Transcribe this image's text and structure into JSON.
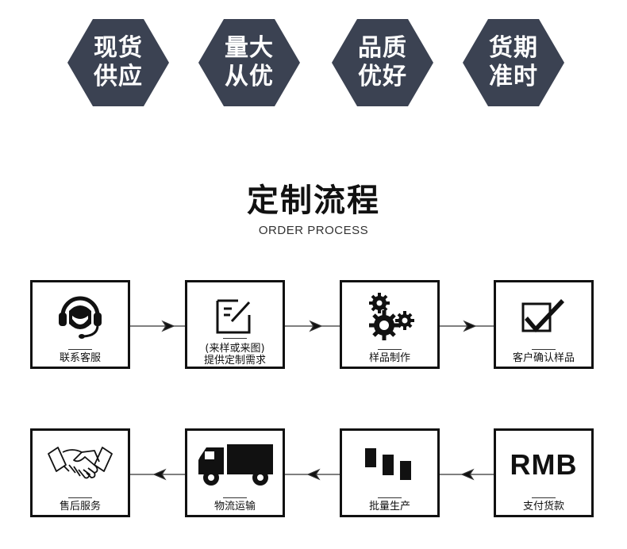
{
  "features": [
    {
      "line1": "现货",
      "line2": "供应"
    },
    {
      "line1": "量大",
      "line2": "从优"
    },
    {
      "line1": "品质",
      "line2": "优好"
    },
    {
      "line1": "货期",
      "line2": "准时"
    }
  ],
  "title": "定制流程",
  "subtitle": "ORDER PROCESS",
  "steps": [
    {
      "label": "联系客服",
      "icon": "customer-service-headset-icon"
    },
    {
      "label_line1": "(来样或来图)",
      "label_line2": "提供定制需求",
      "icon": "edit-document-icon"
    },
    {
      "label": "样品制作",
      "icon": "gears-icon"
    },
    {
      "label": "客户确认样品",
      "icon": "checkbox-icon"
    },
    {
      "label": "支付货款",
      "icon_text": "RMB",
      "icon": "rmb-text-icon"
    },
    {
      "label": "批量生产",
      "icon": "bar-blocks-icon"
    },
    {
      "label": "物流运输",
      "icon": "delivery-truck-icon"
    },
    {
      "label": "售后服务",
      "icon": "handshake-icon"
    }
  ],
  "colors": {
    "hexagon": "#3b4252",
    "ink": "#111111",
    "background": "#ffffff"
  }
}
